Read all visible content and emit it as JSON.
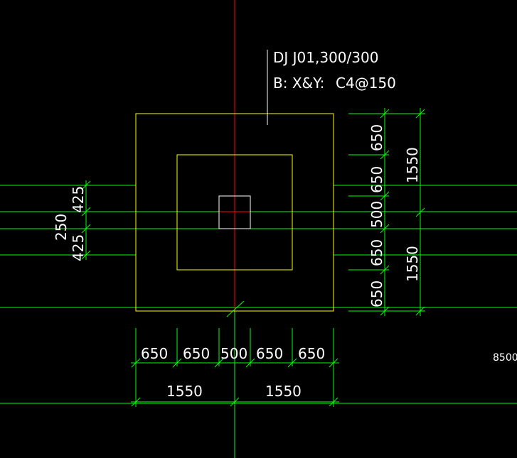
{
  "colors": {
    "background": "#000000",
    "outline": "#ffff00",
    "dimension": "#00ff00",
    "axis": "#ff0000",
    "text": "#ffffff",
    "column": "#ffffff"
  },
  "annotation": {
    "line1": "DJ J01,300/300",
    "line2_prefix": "B: X&Y:",
    "line2_value": "C4@150"
  },
  "bottom_dims": {
    "segments": [
      "650",
      "650",
      "500",
      "650",
      "650"
    ],
    "halves": [
      "1550",
      "1550"
    ]
  },
  "right_dims": {
    "segments": [
      "650",
      "650",
      "500",
      "650",
      "650"
    ],
    "halves": [
      "1550",
      "1550"
    ]
  },
  "left_dims": {
    "top": "425",
    "middle": "250",
    "bottom": "425"
  },
  "side_labels": {
    "right_value": "8500"
  }
}
